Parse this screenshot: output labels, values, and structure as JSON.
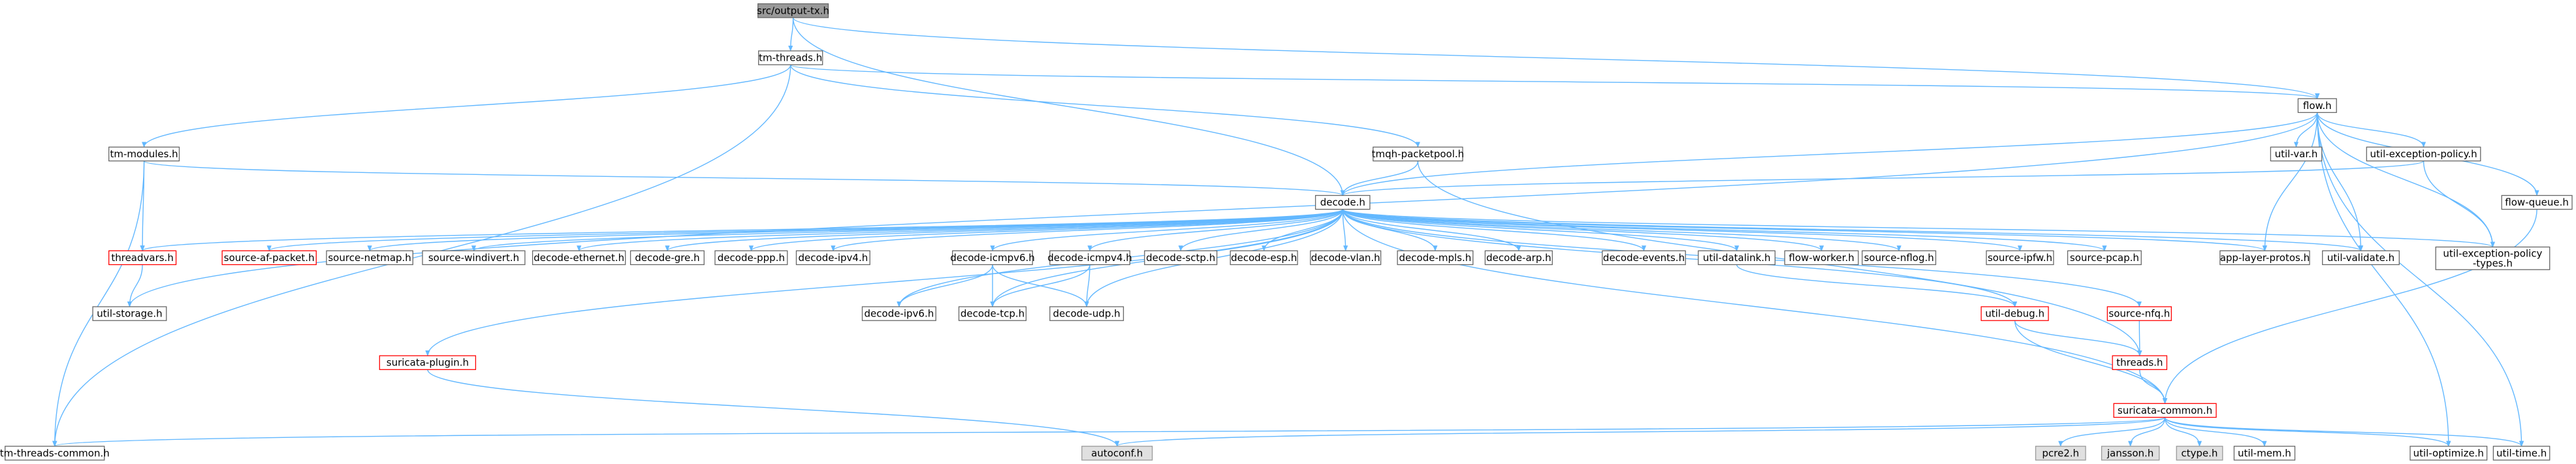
{
  "title": "src/output-tx.h",
  "colors": {
    "root_fill": "#999999",
    "root_stroke": "#666666",
    "node_fill": "#ffffff",
    "node_stroke": "#666666",
    "truncated_stroke": "#ff0000",
    "external_fill": "#e0e0e0",
    "external_stroke": "#999999",
    "edge": "#63b8ff"
  },
  "nodes": [
    {
      "id": "output_tx",
      "label": "src/output-tx.h",
      "kind": "root"
    },
    {
      "id": "tm_threads",
      "label": "tm-threads.h",
      "kind": "normal"
    },
    {
      "id": "flow",
      "label": "flow.h",
      "kind": "normal"
    },
    {
      "id": "tm_modules",
      "label": "tm-modules.h",
      "kind": "normal"
    },
    {
      "id": "tmqh",
      "label": "tmqh-packetpool.h",
      "kind": "normal"
    },
    {
      "id": "util_var",
      "label": "util-var.h",
      "kind": "normal"
    },
    {
      "id": "util_exc_pol",
      "label": "util-exception-policy.h",
      "kind": "normal"
    },
    {
      "id": "decode",
      "label": "decode.h",
      "kind": "normal"
    },
    {
      "id": "flow_queue",
      "label": "flow-queue.h",
      "kind": "normal"
    },
    {
      "id": "threadvars",
      "label": "threadvars.h",
      "kind": "truncated"
    },
    {
      "id": "source_af_packet",
      "label": "source-af-packet.h",
      "kind": "truncated"
    },
    {
      "id": "source_netmap",
      "label": "source-netmap.h",
      "kind": "normal"
    },
    {
      "id": "source_windivert",
      "label": "source-windivert.h",
      "kind": "normal"
    },
    {
      "id": "decode_ethernet",
      "label": "decode-ethernet.h",
      "kind": "normal"
    },
    {
      "id": "decode_gre",
      "label": "decode-gre.h",
      "kind": "normal"
    },
    {
      "id": "decode_ppp",
      "label": "decode-ppp.h",
      "kind": "normal"
    },
    {
      "id": "decode_ipv4",
      "label": "decode-ipv4.h",
      "kind": "normal"
    },
    {
      "id": "decode_icmpv6",
      "label": "decode-icmpv6.h",
      "kind": "normal"
    },
    {
      "id": "decode_icmpv4",
      "label": "decode-icmpv4.h",
      "kind": "normal"
    },
    {
      "id": "decode_sctp",
      "label": "decode-sctp.h",
      "kind": "normal"
    },
    {
      "id": "decode_esp",
      "label": "decode-esp.h",
      "kind": "normal"
    },
    {
      "id": "decode_vlan",
      "label": "decode-vlan.h",
      "kind": "normal"
    },
    {
      "id": "decode_mpls",
      "label": "decode-mpls.h",
      "kind": "normal"
    },
    {
      "id": "decode_arp",
      "label": "decode-arp.h",
      "kind": "normal"
    },
    {
      "id": "decode_events",
      "label": "decode-events.h",
      "kind": "normal"
    },
    {
      "id": "util_datalink",
      "label": "util-datalink.h",
      "kind": "normal"
    },
    {
      "id": "flow_worker",
      "label": "flow-worker.h",
      "kind": "normal"
    },
    {
      "id": "source_nflog",
      "label": "source-nflog.h",
      "kind": "normal"
    },
    {
      "id": "source_ipfw",
      "label": "source-ipfw.h",
      "kind": "normal"
    },
    {
      "id": "source_pcap",
      "label": "source-pcap.h",
      "kind": "normal"
    },
    {
      "id": "app_layer_protos",
      "label": "app-layer-protos.h",
      "kind": "normal"
    },
    {
      "id": "util_validate",
      "label": "util-validate.h",
      "kind": "normal"
    },
    {
      "id": "util_exc_pol_types",
      "label": "util-exception-policy\n-types.h",
      "kind": "normal"
    },
    {
      "id": "util_storage",
      "label": "util-storage.h",
      "kind": "normal"
    },
    {
      "id": "decode_ipv6",
      "label": "decode-ipv6.h",
      "kind": "normal"
    },
    {
      "id": "decode_tcp",
      "label": "decode-tcp.h",
      "kind": "normal"
    },
    {
      "id": "decode_udp",
      "label": "decode-udp.h",
      "kind": "normal"
    },
    {
      "id": "util_debug",
      "label": "util-debug.h",
      "kind": "truncated"
    },
    {
      "id": "source_nfq",
      "label": "source-nfq.h",
      "kind": "truncated"
    },
    {
      "id": "suricata_plugin",
      "label": "suricata-plugin.h",
      "kind": "truncated"
    },
    {
      "id": "threads",
      "label": "threads.h",
      "kind": "truncated"
    },
    {
      "id": "suricata_common",
      "label": "suricata-common.h",
      "kind": "truncated"
    },
    {
      "id": "tm_threads_common",
      "label": "tm-threads-common.h",
      "kind": "normal"
    },
    {
      "id": "autoconf",
      "label": "autoconf.h",
      "kind": "external"
    },
    {
      "id": "pcre2",
      "label": "pcre2.h",
      "kind": "external"
    },
    {
      "id": "jansson",
      "label": "jansson.h",
      "kind": "external"
    },
    {
      "id": "ctype",
      "label": "ctype.h",
      "kind": "external"
    },
    {
      "id": "util_mem",
      "label": "util-mem.h",
      "kind": "normal"
    },
    {
      "id": "util_optimize",
      "label": "util-optimize.h",
      "kind": "normal"
    },
    {
      "id": "util_time",
      "label": "util-time.h",
      "kind": "normal"
    }
  ],
  "edges": [
    [
      "output_tx",
      "tm_threads"
    ],
    [
      "output_tx",
      "decode"
    ],
    [
      "output_tx",
      "flow"
    ],
    [
      "tm_threads",
      "tm_modules"
    ],
    [
      "tm_threads",
      "tmqh"
    ],
    [
      "tm_threads",
      "flow"
    ],
    [
      "tm_threads",
      "tm_threads_common"
    ],
    [
      "tm_modules",
      "threadvars"
    ],
    [
      "tm_modules",
      "decode"
    ],
    [
      "tm_modules",
      "tm_threads_common"
    ],
    [
      "threadvars",
      "util_storage"
    ],
    [
      "tmqh",
      "decode"
    ],
    [
      "tmqh",
      "threads"
    ],
    [
      "flow",
      "decode"
    ],
    [
      "flow",
      "util_var"
    ],
    [
      "flow",
      "util_exc_pol"
    ],
    [
      "flow",
      "flow_queue"
    ],
    [
      "flow",
      "app_layer_protos"
    ],
    [
      "flow",
      "util_validate"
    ],
    [
      "flow",
      "util_exc_pol_types"
    ],
    [
      "flow",
      "util_storage"
    ],
    [
      "flow",
      "util_optimize"
    ],
    [
      "flow",
      "util_time"
    ],
    [
      "util_exc_pol",
      "decode"
    ],
    [
      "util_exc_pol",
      "util_exc_pol_types"
    ],
    [
      "flow_queue",
      "suricata_common"
    ],
    [
      "decode",
      "threadvars"
    ],
    [
      "decode",
      "source_af_packet"
    ],
    [
      "decode",
      "source_netmap"
    ],
    [
      "decode",
      "source_windivert"
    ],
    [
      "decode",
      "decode_ethernet"
    ],
    [
      "decode",
      "decode_gre"
    ],
    [
      "decode",
      "decode_ppp"
    ],
    [
      "decode",
      "decode_ipv4"
    ],
    [
      "decode",
      "decode_icmpv6"
    ],
    [
      "decode",
      "decode_icmpv4"
    ],
    [
      "decode",
      "decode_sctp"
    ],
    [
      "decode",
      "decode_esp"
    ],
    [
      "decode",
      "decode_vlan"
    ],
    [
      "decode",
      "decode_mpls"
    ],
    [
      "decode",
      "decode_arp"
    ],
    [
      "decode",
      "decode_events"
    ],
    [
      "decode",
      "util_datalink"
    ],
    [
      "decode",
      "flow_worker"
    ],
    [
      "decode",
      "source_nflog"
    ],
    [
      "decode",
      "source_ipfw"
    ],
    [
      "decode",
      "source_pcap"
    ],
    [
      "decode",
      "app_layer_protos"
    ],
    [
      "decode",
      "util_validate"
    ],
    [
      "decode",
      "util_exc_pol_types"
    ],
    [
      "decode",
      "decode_ipv6"
    ],
    [
      "decode",
      "decode_tcp"
    ],
    [
      "decode",
      "decode_udp"
    ],
    [
      "decode",
      "util_debug"
    ],
    [
      "decode",
      "source_nfq"
    ],
    [
      "decode",
      "suricata_plugin"
    ],
    [
      "decode",
      "suricata_common"
    ],
    [
      "decode_icmpv6",
      "decode_ipv6"
    ],
    [
      "decode_icmpv6",
      "decode_tcp"
    ],
    [
      "decode_icmpv6",
      "decode_udp"
    ],
    [
      "decode_icmpv4",
      "decode_tcp"
    ],
    [
      "decode_icmpv4",
      "decode_udp"
    ],
    [
      "util_datalink",
      "util_debug"
    ],
    [
      "util_debug",
      "threads"
    ],
    [
      "util_debug",
      "suricata_common"
    ],
    [
      "source_nfq",
      "threads"
    ],
    [
      "threads",
      "suricata_common"
    ],
    [
      "suricata_plugin",
      "autoconf"
    ],
    [
      "suricata_common",
      "tm_threads_common"
    ],
    [
      "suricata_common",
      "autoconf"
    ],
    [
      "suricata_common",
      "pcre2"
    ],
    [
      "suricata_common",
      "jansson"
    ],
    [
      "suricata_common",
      "ctype"
    ],
    [
      "suricata_common",
      "util_mem"
    ],
    [
      "suricata_common",
      "util_optimize"
    ],
    [
      "suricata_common",
      "util_time"
    ]
  ]
}
